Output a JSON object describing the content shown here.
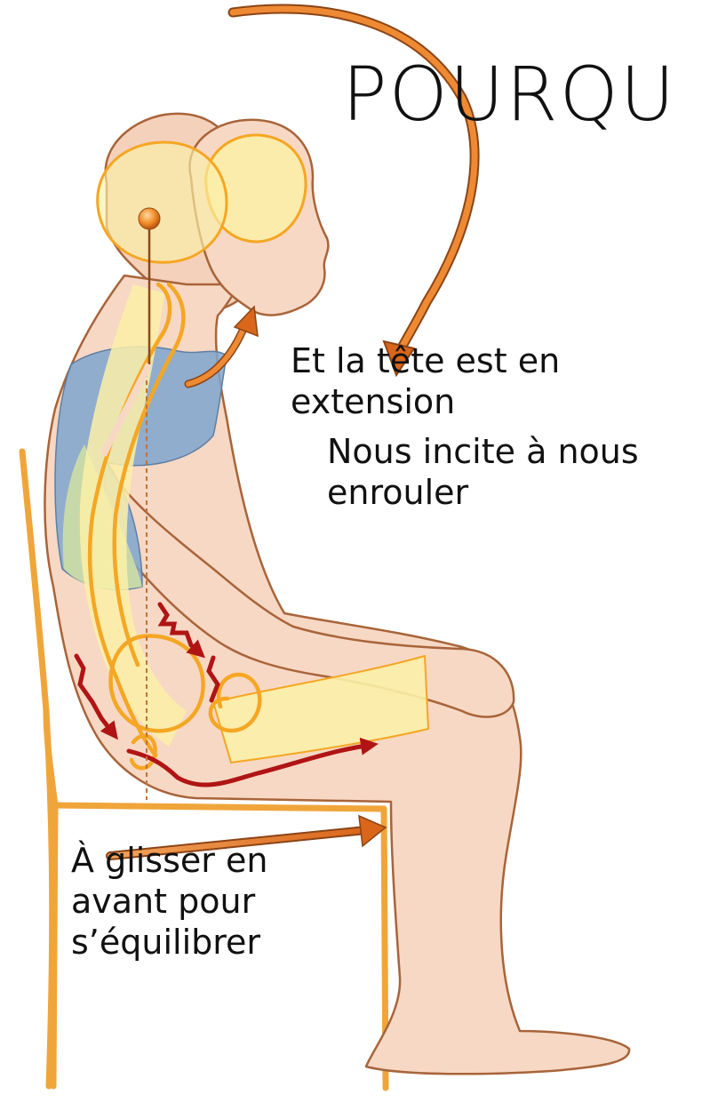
{
  "title": "POURQU",
  "captions": {
    "head_extension_line1": "Et la tête est en",
    "head_extension_line2": "extension",
    "roll_line1": "Nous incite à nous",
    "roll_line2": "enrouler",
    "slide_line1": "À glisser en",
    "slide_line2": "avant pour",
    "slide_line3": "s’équilibrer"
  },
  "colors": {
    "skin": "#f7d8c4",
    "skin_outline": "#a8643a",
    "spine_highlight": "#fbf0a8",
    "lung_blue": "#7fa6cf",
    "green_tint": "#d6e4a0",
    "skeleton_orange": "#f5a623",
    "arrow_orange": "#e07a23",
    "tension_red": "#b01414",
    "chair": "#f0a53a",
    "text": "#111111"
  },
  "icons": {
    "head_rotation_arrow": "curved-arrow",
    "forward_slide_arrow": "straight-arrow",
    "neck_arrow": "curved-arrow",
    "balance_point": "orange-ball"
  }
}
